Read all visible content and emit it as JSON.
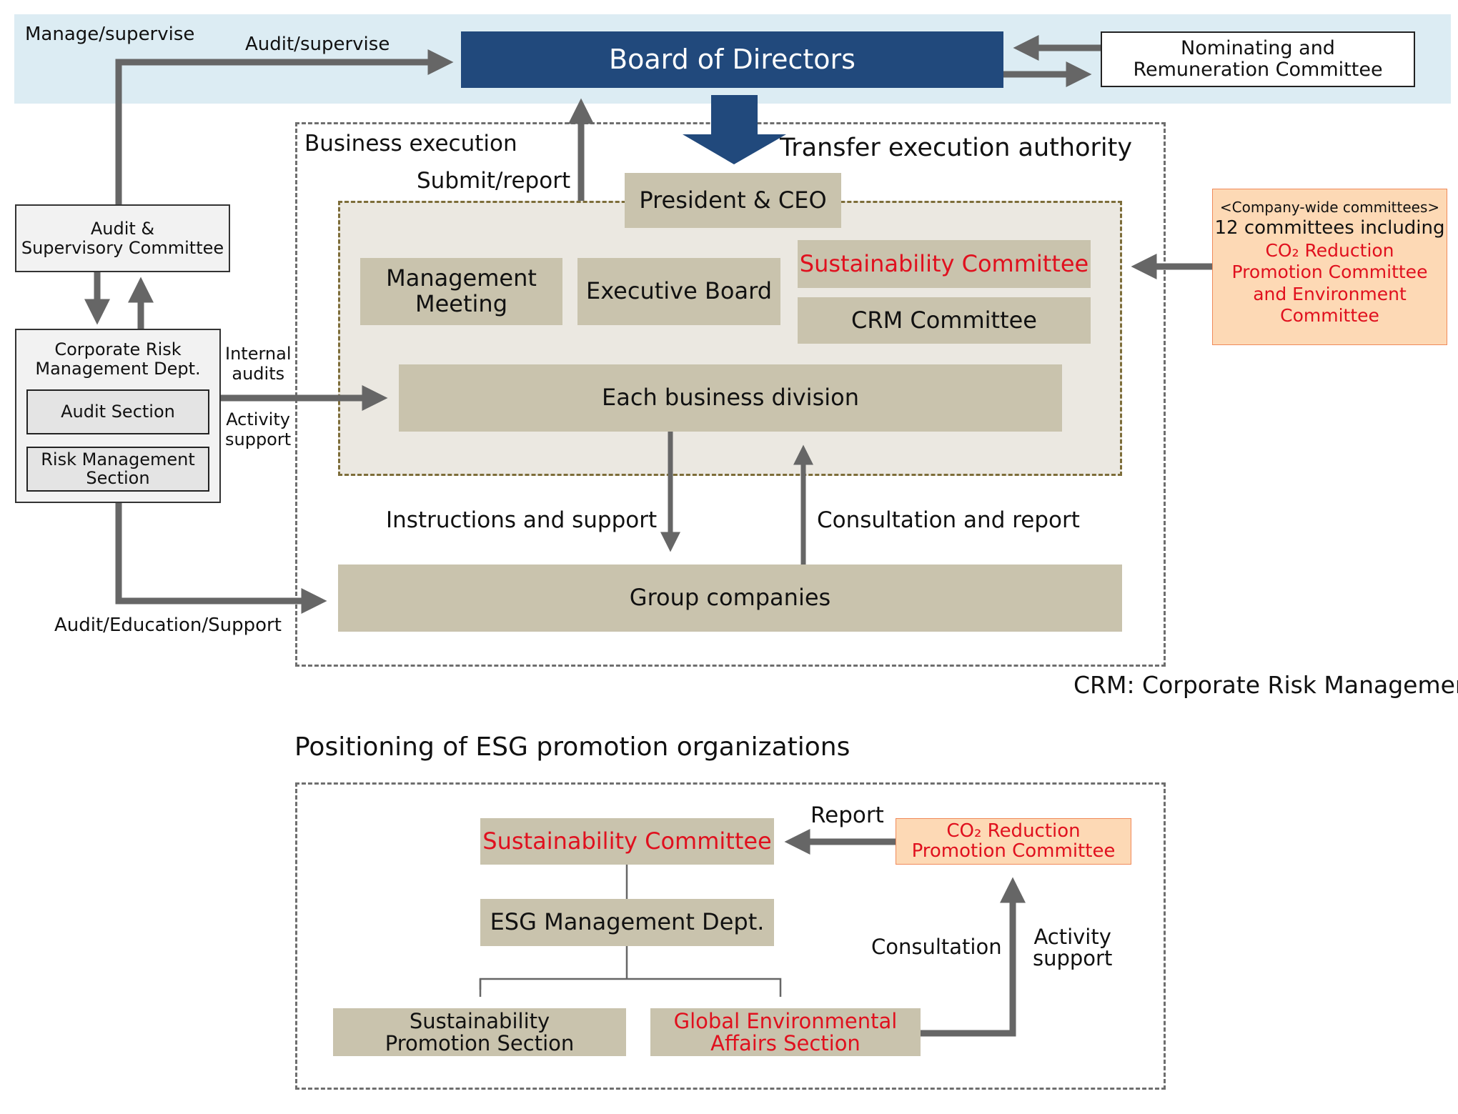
{
  "governance": {
    "label_manage_supervise": "Manage/supervise",
    "label_audit_supervise": "Audit/supervise",
    "board_of_directors": "Board of Directors",
    "nominating_committee": [
      "Nominating and",
      "Remuneration Committee"
    ],
    "label_transfer_authority": "Transfer execution authority",
    "label_submit_report": "Submit/report"
  },
  "business_execution": {
    "title": "Business execution",
    "president": "President & CEO",
    "management_meeting": [
      "Management",
      "Meeting"
    ],
    "executive_board": "Executive Board",
    "sustainability_committee": "Sustainability Committee",
    "crm_committee": "CRM Committee",
    "each_business_division": "Each business division",
    "group_companies": "Group companies",
    "label_instructions_support": "Instructions and support",
    "label_consultation_report": "Consultation and report"
  },
  "audit": {
    "audit_supervisory_committee": [
      "Audit &",
      "Supervisory Committee"
    ],
    "crm_dept": [
      "Corporate Risk",
      "Management Dept."
    ],
    "audit_section": "Audit Section",
    "risk_management_section": [
      "Risk Management",
      "Section"
    ],
    "label_internal_audits": [
      "Internal",
      "audits"
    ],
    "label_activity_support": [
      "Activity",
      "support"
    ],
    "label_audit_education_support": "Audit/Education/Support"
  },
  "company_wide": {
    "header": "<Company-wide committees>",
    "line1": "12 committees including",
    "red_lines": [
      "CO₂ Reduction",
      "Promotion Committee",
      "and Environment",
      "Committee"
    ]
  },
  "footnote": "CRM: Corporate Risk Management",
  "esg": {
    "title": "Positioning of ESG promotion organizations",
    "sustainability_committee": "Sustainability Committee",
    "esg_management_dept": "ESG Management Dept.",
    "sustainability_promotion_section": [
      "Sustainability",
      "Promotion Section"
    ],
    "global_env_section": [
      "Global Environmental",
      "Affairs Section"
    ],
    "co2_committee": [
      "CO₂ Reduction",
      "Promotion Committee"
    ],
    "label_report": "Report",
    "label_consultation": "Consultation",
    "label_activity_support": [
      "Activity",
      "support"
    ]
  },
  "colors": {
    "navy": "#21497c",
    "tan": "#c9c3ad",
    "band": "#dcecf3",
    "orange_fill": "#fdd9b5",
    "red_text": "#e0101e",
    "arrow_grey": "#666666"
  }
}
